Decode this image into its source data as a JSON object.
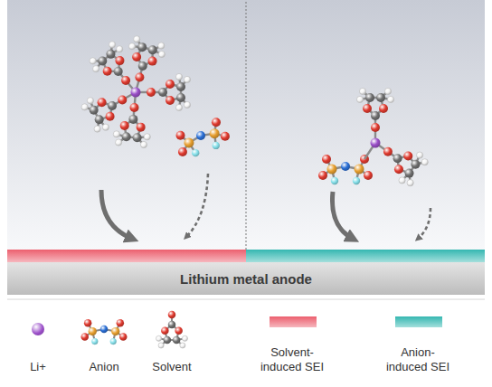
{
  "diagram": {
    "nodes": [
      {
        "text": [
          "Lithium metal anode"
        ]
      }
    ],
    "legend": [
      {
        "text": "Li+",
        "color": "#9b4fc9"
      },
      {
        "text": "Anion"
      },
      {
        "text": "Solvent"
      },
      {
        "text": "Solvent-induced SEI",
        "color": "#ec5f6e"
      },
      {
        "text": "Anion-induced SEI",
        "color": "#35b7b1"
      }
    ]
  }
}
